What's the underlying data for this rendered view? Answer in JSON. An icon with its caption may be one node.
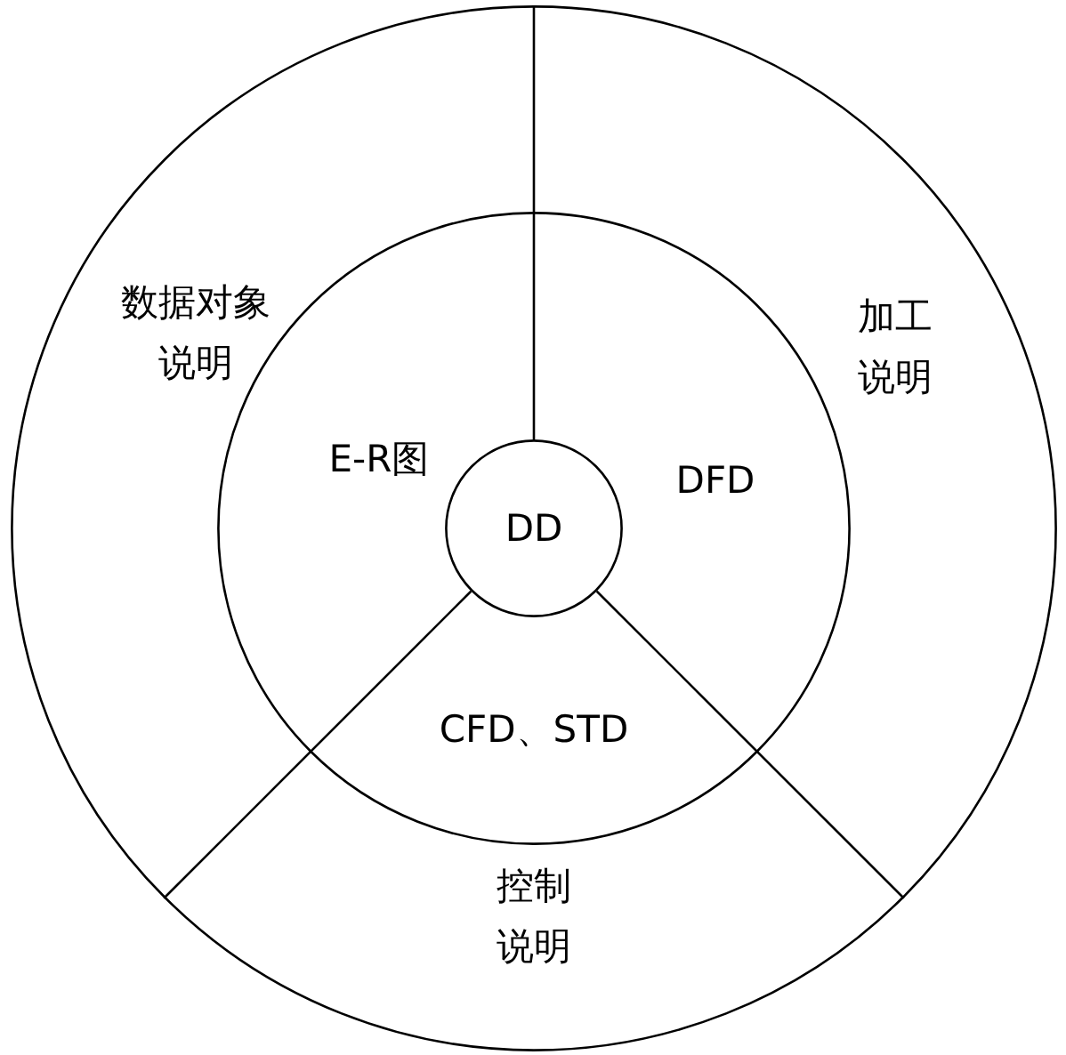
{
  "diagram": {
    "nodes": [
      {
        "text": [],
        "shape": "circle"
      },
      {
        "text": [],
        "shape": "circle",
        "in": 0
      },
      {
        "text": [
          "DD"
        ],
        "in": 1
      }
    ],
    "labels": [
      "数据对象说明",
      "加工说明",
      "E-R图",
      "DFD",
      "CFD、STD",
      "控制说明"
    ]
  }
}
